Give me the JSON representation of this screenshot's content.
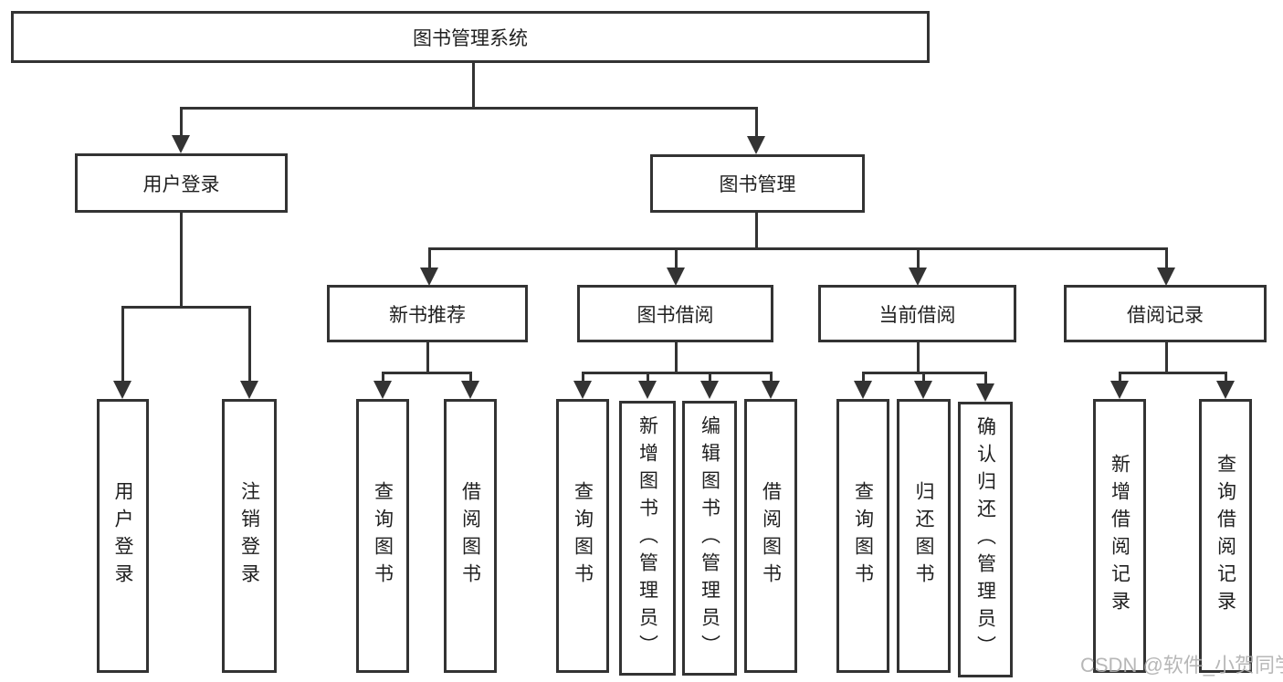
{
  "nodes": {
    "root": "图书管理系统",
    "user_login": "用户登录",
    "book_mgmt": "图书管理",
    "new_book_rec": "新书推荐",
    "book_borrow": "图书借阅",
    "current_borrow": "当前借阅",
    "borrow_records": "借阅记录",
    "leaf_user_login": "用户登录",
    "leaf_logout": "注销登录",
    "leaf_query_books_1": "查询图书",
    "leaf_borrow_books_1": "借阅图书",
    "leaf_query_books_2": "查询图书",
    "leaf_add_book_admin": "新增图书（管理员）",
    "leaf_edit_book_admin": "编辑图书（管理员）",
    "leaf_borrow_books_2": "借阅图书",
    "leaf_query_books_3": "查询图书",
    "leaf_return_books": "归还图书",
    "leaf_confirm_return_admin": "确认归还（管理员）",
    "leaf_add_borrow_record": "新增借阅记录",
    "leaf_query_borrow_record": "查询借阅记录"
  },
  "watermark": "CSDN @软件_小贺同学",
  "colors": {
    "line": "#333333",
    "text": "#1f1f1f",
    "background": "#ffffff",
    "watermark": "#b0b0b0"
  }
}
